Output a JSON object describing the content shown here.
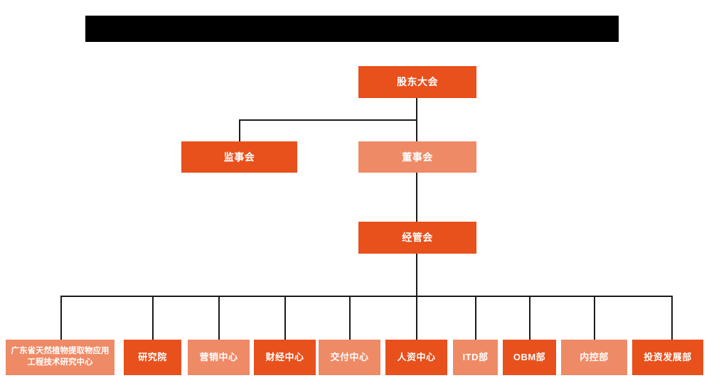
{
  "chart_title_bar": {
    "name": "redacted-title-bar",
    "color": "#000000",
    "text": ""
  },
  "colors": {
    "dark_orange": "#E8501C",
    "light_orange": "#EF8A66",
    "line": "#1a1a1a",
    "background": "#ffffff",
    "label_text": "#ffffff"
  },
  "levels": {
    "level1": {
      "nodes": [
        {
          "id": "shareholders-meeting",
          "label": "股东大会",
          "shade": "dark"
        }
      ]
    },
    "level2": {
      "nodes": [
        {
          "id": "board-of-supervisors",
          "label": "监事会",
          "shade": "dark"
        },
        {
          "id": "board-of-directors",
          "label": "董事会",
          "shade": "light"
        }
      ]
    },
    "level3": {
      "nodes": [
        {
          "id": "management-committee",
          "label": "经管会",
          "shade": "dark"
        }
      ]
    },
    "level4": {
      "nodes": [
        {
          "id": "gd-plant-extract-center",
          "label": "广东省天然植物提取物应用工程技术研究中心",
          "shade": "light"
        },
        {
          "id": "research-institute",
          "label": "研究院",
          "shade": "dark"
        },
        {
          "id": "marketing-center",
          "label": "营销中心",
          "shade": "light"
        },
        {
          "id": "finance-center",
          "label": "财经中心",
          "shade": "dark"
        },
        {
          "id": "delivery-center",
          "label": "交付中心",
          "shade": "light"
        },
        {
          "id": "hr-center",
          "label": "人资中心",
          "shade": "dark"
        },
        {
          "id": "itd-department",
          "label": "ITD部",
          "shade": "light"
        },
        {
          "id": "obm-department",
          "label": "OBM部",
          "shade": "dark"
        },
        {
          "id": "internal-control-department",
          "label": "内控部",
          "shade": "light"
        },
        {
          "id": "investment-development-department",
          "label": "投资发展部",
          "shade": "dark"
        }
      ]
    }
  }
}
